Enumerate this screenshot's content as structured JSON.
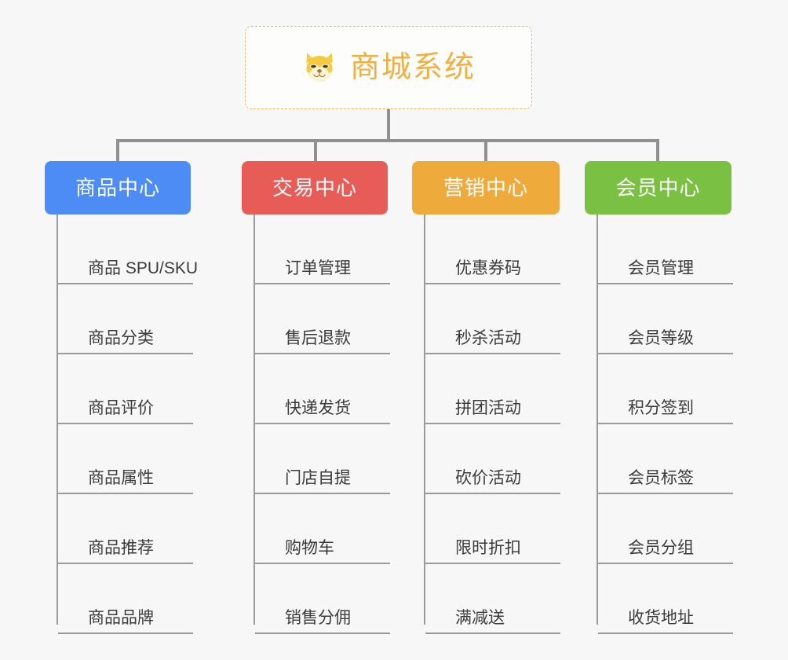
{
  "root": {
    "title": "商城系统",
    "icon": "shiba-dog-face-icon",
    "border_color": "#e8b960",
    "text_color": "#f0b041"
  },
  "connector": {
    "color": "#909090"
  },
  "categories": [
    {
      "name": "商品中心",
      "color": "#4e8cf5",
      "items": [
        "商品 SPU/SKU",
        "商品分类",
        "商品评价",
        "商品属性",
        "商品推荐",
        "商品品牌"
      ]
    },
    {
      "name": "交易中心",
      "color": "#e85c57",
      "items": [
        "订单管理",
        "售后退款",
        "快递发货",
        "门店自提",
        "购物车",
        "销售分佣"
      ]
    },
    {
      "name": "营销中心",
      "color": "#eeab3c",
      "items": [
        "优惠券码",
        "秒杀活动",
        "拼团活动",
        "砍价活动",
        "限时折扣",
        "满减送"
      ]
    },
    {
      "name": "会员中心",
      "color": "#7ac143",
      "items": [
        "会员管理",
        "会员等级",
        "积分签到",
        "会员标签",
        "会员分组",
        "收货地址"
      ]
    }
  ]
}
